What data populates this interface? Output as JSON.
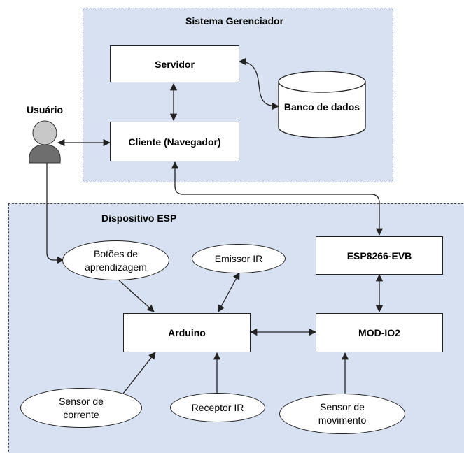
{
  "regions": {
    "sistema": {
      "title": "Sistema Gerenciador"
    },
    "dispositivo": {
      "title": "Dispositivo ESP"
    }
  },
  "nodes": {
    "servidor": "Servidor",
    "banco": "Banco de dados",
    "cliente": "Cliente (Navegador)",
    "usuario": "Usuário",
    "botoes": {
      "line1": "Botões de",
      "line2": "aprendizagem"
    },
    "emissor": "Emissor IR",
    "esp": "ESP8266-EVB",
    "arduino": "Arduino",
    "modio": "MOD-IO2",
    "sensor_corrente": {
      "line1": "Sensor de",
      "line2": "corrente"
    },
    "receptor": "Receptor IR",
    "sensor_movimento": {
      "line1": "Sensor de",
      "line2": "movimento"
    }
  },
  "colors": {
    "region_fill": "#d8e1f2",
    "user_head": "#c8c8c8",
    "user_body": "#6e6e6e",
    "line": "#222222"
  }
}
